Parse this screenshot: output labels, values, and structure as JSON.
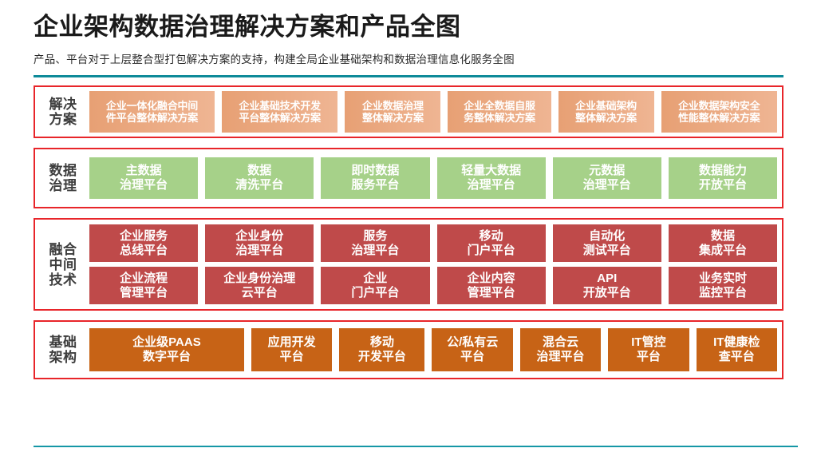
{
  "header": {
    "title": "企业架构数据治理解决方案和产品全图",
    "subtitle": "产品、平台对于上层整合型打包解决方案的支持，构建全局企业基础架构和数据治理信息化服务全图",
    "rule_color": "#0d8a99",
    "footer_rule_color": "#1597a6"
  },
  "diagram": {
    "border_color": "#e8252a",
    "bands": [
      {
        "label_lines": [
          "解决",
          "方案"
        ],
        "color": "#e7a074",
        "rows": [
          {
            "cells": [
              {
                "lines": [
                  "企业一体化融合中间",
                  "件平台整体解决方案"
                ],
                "flex": 1.32
              },
              {
                "lines": [
                  "企业基础技术开发",
                  "平台整体解决方案"
                ],
                "flex": 1.22
              },
              {
                "lines": [
                  "企业数据治理",
                  "整体解决方案"
                ],
                "flex": 1.0
              },
              {
                "lines": [
                  "企业全数据自服",
                  "务整体解决方案"
                ],
                "flex": 1.08
              },
              {
                "lines": [
                  "企业基础架构",
                  "整体解决方案"
                ],
                "flex": 1.0
              },
              {
                "lines": [
                  "企业数据架构安全",
                  "性能整体解决方案"
                ],
                "flex": 1.22
              }
            ]
          }
        ]
      },
      {
        "label_lines": [
          "数据",
          "治理"
        ],
        "color": "#a6d189",
        "rows": [
          {
            "cells": [
              {
                "lines": [
                  "主数据",
                  "治理平台"
                ],
                "flex": 1
              },
              {
                "lines": [
                  "数据",
                  "清洗平台"
                ],
                "flex": 1
              },
              {
                "lines": [
                  "即时数据",
                  "服务平台"
                ],
                "flex": 1
              },
              {
                "lines": [
                  "轻量大数据",
                  "治理平台"
                ],
                "flex": 1
              },
              {
                "lines": [
                  "元数据",
                  "治理平台"
                ],
                "flex": 1
              },
              {
                "lines": [
                  "数据能力",
                  "开放平台"
                ],
                "flex": 1
              }
            ]
          }
        ]
      },
      {
        "label_lines": [
          "融合",
          "中间",
          "技术"
        ],
        "color": "#bf4a4a",
        "rows": [
          {
            "cells": [
              {
                "lines": [
                  "企业服务",
                  "总线平台"
                ],
                "flex": 1
              },
              {
                "lines": [
                  "企业身份",
                  "治理平台"
                ],
                "flex": 1
              },
              {
                "lines": [
                  "服务",
                  "治理平台"
                ],
                "flex": 1
              },
              {
                "lines": [
                  "移动",
                  "门户平台"
                ],
                "flex": 1
              },
              {
                "lines": [
                  "自动化",
                  "测试平台"
                ],
                "flex": 1
              },
              {
                "lines": [
                  "数据",
                  "集成平台"
                ],
                "flex": 1
              }
            ]
          },
          {
            "cells": [
              {
                "lines": [
                  "企业流程",
                  "管理平台"
                ],
                "flex": 1
              },
              {
                "lines": [
                  "企业身份治理",
                  "云平台"
                ],
                "flex": 1
              },
              {
                "lines": [
                  "企业",
                  "门户平台"
                ],
                "flex": 1
              },
              {
                "lines": [
                  "企业内容",
                  "管理平台"
                ],
                "flex": 1
              },
              {
                "lines": [
                  "API",
                  "开放平台"
                ],
                "flex": 1
              },
              {
                "lines": [
                  "业务实时",
                  "监控平台"
                ],
                "flex": 1
              }
            ]
          }
        ]
      },
      {
        "label_lines": [
          "基础",
          "架构"
        ],
        "color": "#c76316",
        "rows": [
          {
            "cells": [
              {
                "lines": [
                  "企业级PAAS",
                  "数字平台"
                ],
                "flex": 1.95
              },
              {
                "lines": [
                  "应用开发",
                  "平台"
                ],
                "flex": 1
              },
              {
                "lines": [
                  "移动",
                  "开发平台"
                ],
                "flex": 1.06
              },
              {
                "lines": [
                  "公/私有云",
                  "平台"
                ],
                "flex": 1
              },
              {
                "lines": [
                  "混合云",
                  "治理平台"
                ],
                "flex": 1
              },
              {
                "lines": [
                  "IT管控",
                  "平台"
                ],
                "flex": 1
              },
              {
                "lines": [
                  "IT健康检",
                  "查平台"
                ],
                "flex": 1
              }
            ]
          }
        ]
      }
    ]
  }
}
